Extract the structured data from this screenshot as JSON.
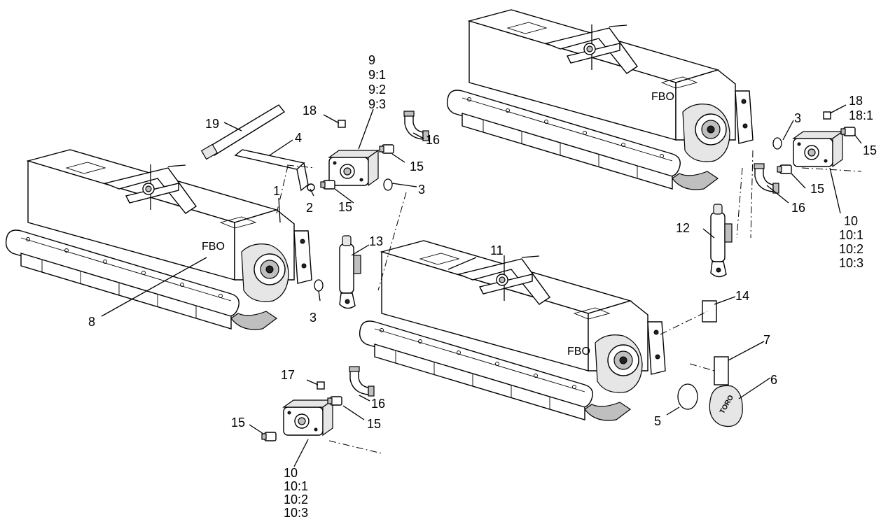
{
  "callouts": {
    "c1": "1",
    "c2": "2",
    "c3a": "3",
    "c3b": "3",
    "c3c": "3",
    "c4": "4",
    "c5": "5",
    "c6": "6",
    "c7": "7",
    "c8": "8",
    "c9": [
      "9",
      "9:1",
      "9:2",
      "9:3"
    ],
    "c10a": [
      "10",
      "10:1",
      "10:2",
      "10:3"
    ],
    "c10b": [
      "10",
      "10:1",
      "10:2",
      "10:3"
    ],
    "c11": "11",
    "c12": "12",
    "c13": "13",
    "c14": "14",
    "c15a": "15",
    "c15b": "15",
    "c15c": "15",
    "c15d": "15",
    "c15e": "15",
    "c16a": "16",
    "c16b": "16",
    "c16c": "16",
    "c17": "17",
    "c18a": "18",
    "c18b": [
      "18",
      "18:1"
    ],
    "c19": "19"
  },
  "logos": {
    "deck": "FBO",
    "cover": "TORO"
  }
}
